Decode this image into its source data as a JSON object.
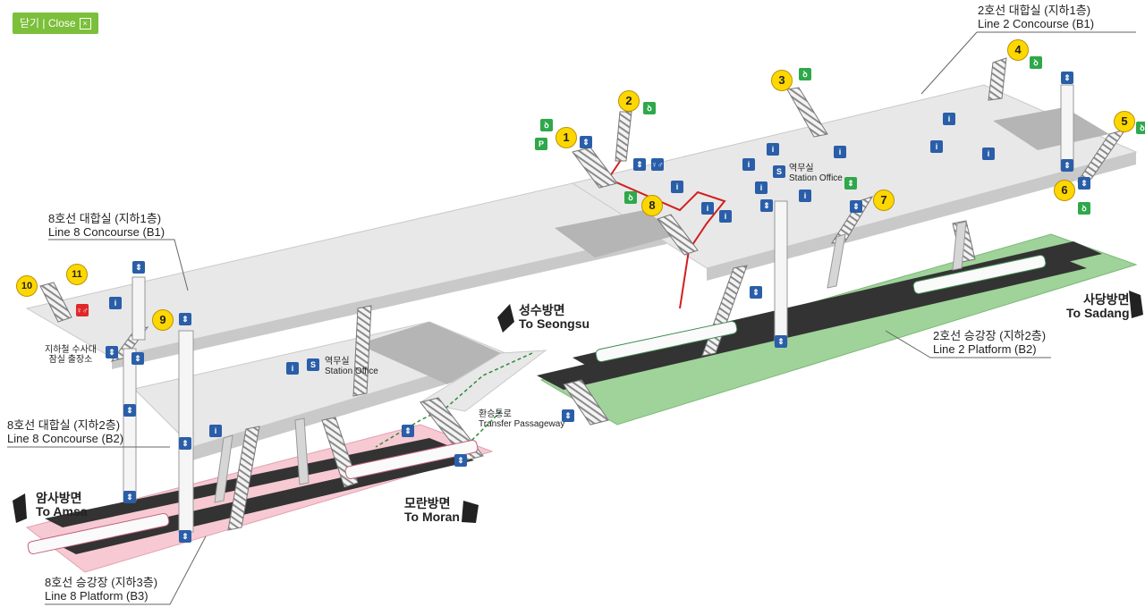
{
  "close": {
    "label": "닫기 | Close",
    "x_mark": "×"
  },
  "exits": [
    "1",
    "2",
    "3",
    "4",
    "5",
    "6",
    "7",
    "8",
    "9",
    "10",
    "11"
  ],
  "levels": {
    "line2_concourse": {
      "ko": "2호선 대합실 (지하1층)",
      "en": "Line 2 Concourse (B1)"
    },
    "line8_concourse_b1": {
      "ko": "8호선 대합실 (지하1층)",
      "en": "Line 8 Concourse (B1)"
    },
    "line8_concourse_b2": {
      "ko": "8호선 대합실 (지하2층)",
      "en": "Line 8 Concourse (B2)"
    },
    "line2_platform": {
      "ko": "2호선 승강장 (지하2층)",
      "en": "Line 2 Platform (B2)"
    },
    "line8_platform": {
      "ko": "8호선 승강장 (지하3층)",
      "en": "Line 8 Platform (B3)"
    }
  },
  "directions": {
    "seongsu": {
      "ko": "성수방면",
      "en": "To Seongsu"
    },
    "sadang": {
      "ko": "사당방면",
      "en": "To Sadang"
    },
    "amsa": {
      "ko": "암사방면",
      "en": "To Amsa"
    },
    "moran": {
      "ko": "모란방면",
      "en": "To Moran"
    }
  },
  "station_office_line2": {
    "ko": "역무실",
    "en": "Station Office"
  },
  "station_office_line8": {
    "ko": "역무실",
    "en": "Station Office"
  },
  "transfer": {
    "ko": "환승통로",
    "en": "Transfer Passageway"
  },
  "police": {
    "line1": "지하철 수사대",
    "line2": "잠실 출장소"
  },
  "icons": {
    "parking": "P",
    "bike": "ꝺ",
    "elevator": "⇕",
    "info": "i",
    "restroom": "♀♂",
    "office": "S"
  },
  "colors": {
    "floor": "#e8e8e8",
    "floor_edge": "#c9c9c9",
    "floor_dark": "#b5b5b5",
    "line2_platform": "#9fd39a",
    "line8_platform": "#f7c9d3",
    "track": "#333333",
    "exit_yellow": "#ffd700",
    "transfer_green": "#2e8b3a",
    "route_red": "#d21f1f"
  }
}
